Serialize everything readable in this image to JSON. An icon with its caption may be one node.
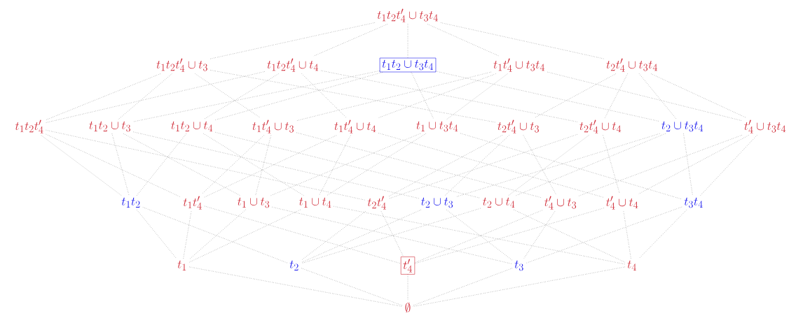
{
  "diagram": {
    "nodes": [
      {
        "text": [
          "t_1t_2t'_4\\cup t_3t_4"
        ]
      },
      {
        "text": [
          "t_1t_2t'_4\\cup t_3"
        ]
      },
      {
        "text": [
          "t_1t_2t'_4\\cup t_4"
        ]
      },
      {
        "text": [
          "t_1t_2\\cup t_3t_4"
        ]
      },
      {
        "text": [
          "t_1t'_4\\cup t_3t_4"
        ]
      },
      {
        "text": [
          "t_2t'_4\\cup t_3t_4"
        ]
      },
      {
        "text": [
          "t_1t_2t'_4"
        ]
      },
      {
        "text": [
          "t_1t_2\\cup t_3"
        ]
      },
      {
        "text": [
          "t_1t_2\\cup t_4"
        ]
      },
      {
        "text": [
          "t_1t'_4\\cup t_3"
        ]
      },
      {
        "text": [
          "t_1t'_4\\cup t_4"
        ]
      },
      {
        "text": [
          "t_1\\cup t_3t_4"
        ]
      },
      {
        "text": [
          "t_2t'_4\\cup t_3"
        ]
      },
      {
        "text": [
          "t_2t'_4\\cup t_4"
        ]
      },
      {
        "text": [
          "t_2\\cup t_3t_4"
        ]
      },
      {
        "text": [
          "t'_4\\cup t_3t_4"
        ]
      },
      {
        "text": [
          "t_1t_2"
        ]
      },
      {
        "text": [
          "t_1t'_4"
        ]
      },
      {
        "text": [
          "t_1\\cup t_3"
        ]
      },
      {
        "text": [
          "t_1\\cup t_4"
        ]
      },
      {
        "text": [
          "t_2t'_4"
        ]
      },
      {
        "text": [
          "t_2\\cup t_3"
        ]
      },
      {
        "text": [
          "t_2\\cup t_4"
        ]
      },
      {
        "text": [
          "t'_4\\cup t_3"
        ]
      },
      {
        "text": [
          "t'_4\\cup t_4"
        ]
      },
      {
        "text": [
          "t_3t_4"
        ]
      },
      {
        "text": [
          "t_1"
        ]
      },
      {
        "text": [
          "t_2"
        ]
      },
      {
        "text": [
          "t'_4"
        ]
      },
      {
        "text": [
          "t_3"
        ]
      },
      {
        "text": [
          "t_4"
        ]
      },
      {
        "text": [
          "\\emptyset"
        ]
      }
    ],
    "edges": [
      {
        "from": 0,
        "to": 1,
        "arrow": "none"
      },
      {
        "from": 0,
        "to": 2,
        "arrow": "none"
      },
      {
        "from": 0,
        "to": 3,
        "arrow": "none"
      },
      {
        "from": 0,
        "to": 4,
        "arrow": "none"
      },
      {
        "from": 0,
        "to": 5,
        "arrow": "none"
      },
      {
        "from": 1,
        "to": 6,
        "arrow": "none"
      },
      {
        "from": 1,
        "to": 7,
        "arrow": "none"
      },
      {
        "from": 1,
        "to": 9,
        "arrow": "none"
      },
      {
        "from": 1,
        "to": 12,
        "arrow": "none"
      },
      {
        "from": 2,
        "to": 6,
        "arrow": "none"
      },
      {
        "from": 2,
        "to": 8,
        "arrow": "none"
      },
      {
        "from": 2,
        "to": 10,
        "arrow": "none"
      },
      {
        "from": 2,
        "to": 13,
        "arrow": "none"
      },
      {
        "from": 3,
        "to": 7,
        "arrow": "none"
      },
      {
        "from": 3,
        "to": 8,
        "arrow": "none"
      },
      {
        "from": 3,
        "to": 11,
        "arrow": "none"
      },
      {
        "from": 3,
        "to": 14,
        "arrow": "none"
      },
      {
        "from": 4,
        "to": 9,
        "arrow": "none"
      },
      {
        "from": 4,
        "to": 10,
        "arrow": "none"
      },
      {
        "from": 4,
        "to": 11,
        "arrow": "none"
      },
      {
        "from": 4,
        "to": 15,
        "arrow": "none"
      },
      {
        "from": 5,
        "to": 12,
        "arrow": "none"
      },
      {
        "from": 5,
        "to": 13,
        "arrow": "none"
      },
      {
        "from": 5,
        "to": 14,
        "arrow": "none"
      },
      {
        "from": 5,
        "to": 15,
        "arrow": "none"
      },
      {
        "from": 6,
        "to": 16,
        "arrow": "none"
      },
      {
        "from": 6,
        "to": 17,
        "arrow": "none"
      },
      {
        "from": 6,
        "to": 20,
        "arrow": "none"
      },
      {
        "from": 7,
        "to": 16,
        "arrow": "none"
      },
      {
        "from": 7,
        "to": 18,
        "arrow": "none"
      },
      {
        "from": 7,
        "to": 21,
        "arrow": "none"
      },
      {
        "from": 8,
        "to": 16,
        "arrow": "none"
      },
      {
        "from": 8,
        "to": 19,
        "arrow": "none"
      },
      {
        "from": 8,
        "to": 22,
        "arrow": "none"
      },
      {
        "from": 9,
        "to": 17,
        "arrow": "none"
      },
      {
        "from": 9,
        "to": 18,
        "arrow": "none"
      },
      {
        "from": 9,
        "to": 23,
        "arrow": "none"
      },
      {
        "from": 10,
        "to": 17,
        "arrow": "none"
      },
      {
        "from": 10,
        "to": 19,
        "arrow": "none"
      },
      {
        "from": 10,
        "to": 24,
        "arrow": "none"
      },
      {
        "from": 11,
        "to": 18,
        "arrow": "none"
      },
      {
        "from": 11,
        "to": 19,
        "arrow": "none"
      },
      {
        "from": 11,
        "to": 25,
        "arrow": "none"
      },
      {
        "from": 12,
        "to": 20,
        "arrow": "none"
      },
      {
        "from": 12,
        "to": 21,
        "arrow": "none"
      },
      {
        "from": 12,
        "to": 23,
        "arrow": "none"
      },
      {
        "from": 13,
        "to": 20,
        "arrow": "none"
      },
      {
        "from": 13,
        "to": 22,
        "arrow": "none"
      },
      {
        "from": 13,
        "to": 24,
        "arrow": "none"
      },
      {
        "from": 14,
        "to": 21,
        "arrow": "none"
      },
      {
        "from": 14,
        "to": 22,
        "arrow": "none"
      },
      {
        "from": 14,
        "to": 25,
        "arrow": "none"
      },
      {
        "from": 15,
        "to": 23,
        "arrow": "none"
      },
      {
        "from": 15,
        "to": 24,
        "arrow": "none"
      },
      {
        "from": 15,
        "to": 25,
        "arrow": "none"
      },
      {
        "from": 16,
        "to": 26,
        "arrow": "none"
      },
      {
        "from": 16,
        "to": 27,
        "arrow": "none"
      },
      {
        "from": 17,
        "to": 26,
        "arrow": "none"
      },
      {
        "from": 17,
        "to": 28,
        "arrow": "none"
      },
      {
        "from": 18,
        "to": 26,
        "arrow": "none"
      },
      {
        "from": 18,
        "to": 29,
        "arrow": "none"
      },
      {
        "from": 19,
        "to": 26,
        "arrow": "none"
      },
      {
        "from": 19,
        "to": 30,
        "arrow": "none"
      },
      {
        "from": 20,
        "to": 27,
        "arrow": "none"
      },
      {
        "from": 20,
        "to": 28,
        "arrow": "none"
      },
      {
        "from": 21,
        "to": 27,
        "arrow": "none"
      },
      {
        "from": 21,
        "to": 29,
        "arrow": "none"
      },
      {
        "from": 22,
        "to": 27,
        "arrow": "none"
      },
      {
        "from": 22,
        "to": 30,
        "arrow": "none"
      },
      {
        "from": 23,
        "to": 28,
        "arrow": "none"
      },
      {
        "from": 23,
        "to": 29,
        "arrow": "none"
      },
      {
        "from": 24,
        "to": 28,
        "arrow": "none"
      },
      {
        "from": 24,
        "to": 30,
        "arrow": "none"
      },
      {
        "from": 25,
        "to": 29,
        "arrow": "none"
      },
      {
        "from": 25,
        "to": 30,
        "arrow": "none"
      },
      {
        "from": 26,
        "to": 31,
        "arrow": "none"
      },
      {
        "from": 27,
        "to": 31,
        "arrow": "none"
      },
      {
        "from": 28,
        "to": 31,
        "arrow": "none"
      },
      {
        "from": 29,
        "to": 31,
        "arrow": "none"
      },
      {
        "from": 30,
        "to": 31,
        "arrow": "none"
      }
    ]
  }
}
